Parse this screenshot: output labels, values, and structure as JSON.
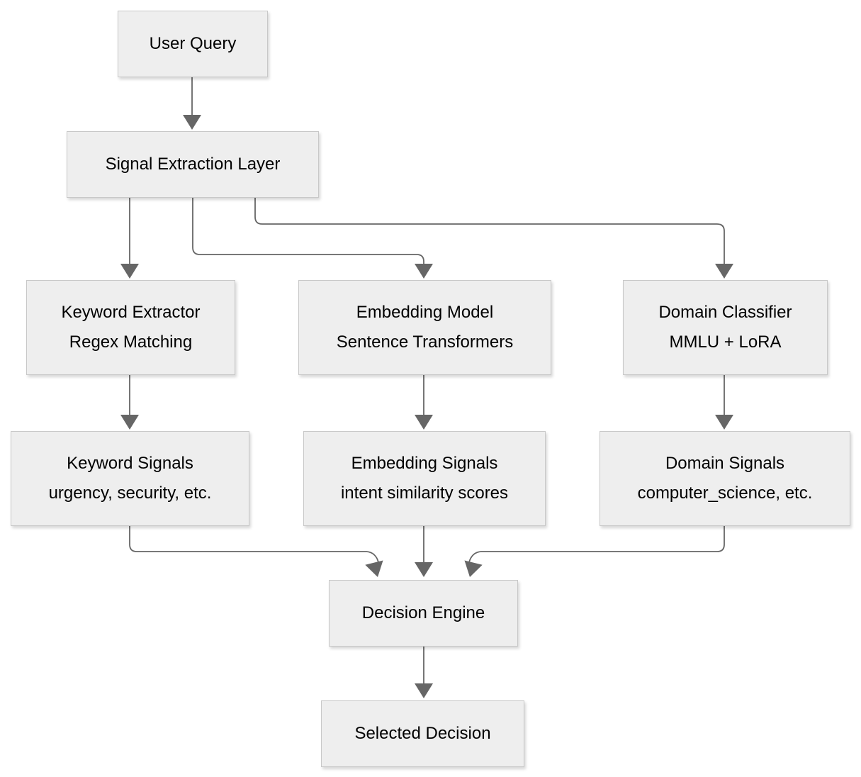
{
  "diagram": {
    "type": "flowchart",
    "colors": {
      "background": "#ffffff",
      "node_fill": "#eeeeee",
      "node_border": "#c8c8c8",
      "edge": "#666666",
      "text": "#000000"
    },
    "nodes": {
      "user_query": {
        "title": "User Query"
      },
      "signal_extraction": {
        "title": "Signal Extraction Layer"
      },
      "keyword_extractor": {
        "title": "Keyword Extractor",
        "subtitle": "Regex Matching"
      },
      "embedding_model": {
        "title": "Embedding Model",
        "subtitle": "Sentence Transformers"
      },
      "domain_classifier": {
        "title": "Domain Classifier",
        "subtitle": "MMLU + LoRA"
      },
      "keyword_signals": {
        "title": "Keyword Signals",
        "subtitle": "urgency, security, etc."
      },
      "embedding_signals": {
        "title": "Embedding Signals",
        "subtitle": "intent similarity scores"
      },
      "domain_signals": {
        "title": "Domain Signals",
        "subtitle": "computer_science, etc."
      },
      "decision_engine": {
        "title": "Decision Engine"
      },
      "selected_decision": {
        "title": "Selected Decision"
      }
    },
    "edges": [
      {
        "from": "user_query",
        "to": "signal_extraction"
      },
      {
        "from": "signal_extraction",
        "to": "keyword_extractor"
      },
      {
        "from": "signal_extraction",
        "to": "embedding_model"
      },
      {
        "from": "signal_extraction",
        "to": "domain_classifier"
      },
      {
        "from": "keyword_extractor",
        "to": "keyword_signals"
      },
      {
        "from": "embedding_model",
        "to": "embedding_signals"
      },
      {
        "from": "domain_classifier",
        "to": "domain_signals"
      },
      {
        "from": "keyword_signals",
        "to": "decision_engine"
      },
      {
        "from": "embedding_signals",
        "to": "decision_engine"
      },
      {
        "from": "domain_signals",
        "to": "decision_engine"
      },
      {
        "from": "decision_engine",
        "to": "selected_decision"
      }
    ]
  }
}
